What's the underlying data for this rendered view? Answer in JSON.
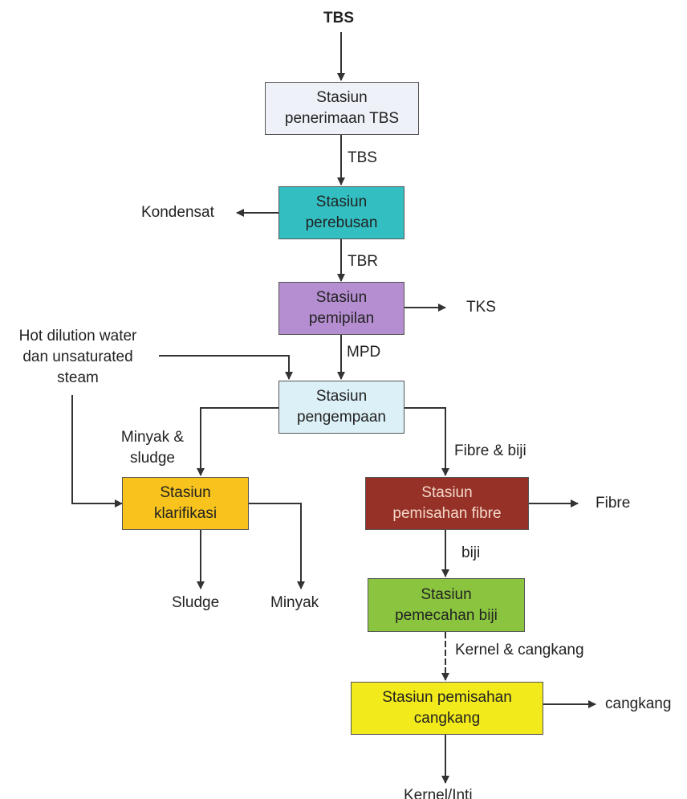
{
  "colors": {
    "penerimaan": "#eef2f8",
    "perebusan": "#33bfc2",
    "pemipilan": "#b58ed1",
    "pengempaan": "#dcf0f7",
    "klarifikasi": "#f7c31c",
    "pemisahan_fibre": "#963128",
    "pemecahan_biji": "#8bc540",
    "pemisahan_cangkang": "#f2ea1a",
    "arrow": "#333333"
  },
  "stations": {
    "penerimaan": {
      "line1": "Stasiun",
      "line2": "penerimaan TBS"
    },
    "perebusan": {
      "line1": "Stasiun",
      "line2": "perebusan"
    },
    "pemipilan": {
      "line1": "Stasiun",
      "line2": "pemipilan"
    },
    "pengempaan": {
      "line1": "Stasiun",
      "line2": "pengempaan"
    },
    "klarifikasi": {
      "line1": "Stasiun",
      "line2": "klarifikasi"
    },
    "pemisahan_fibre": {
      "line1": "Stasiun",
      "line2": "pemisahan fibre"
    },
    "pemecahan_biji": {
      "line1": "Stasiun",
      "line2": "pemecahan biji"
    },
    "pemisahan_cangkang": {
      "line1": "Stasiun pemisahan",
      "line2": "cangkang"
    }
  },
  "labels": {
    "input": "TBS",
    "flow_tbs": "TBS",
    "kondensat": "Kondensat",
    "flow_tbr": "TBR",
    "tks": "TKS",
    "hot_dilution_1": "Hot dilution water",
    "hot_dilution_2": "dan unsaturated",
    "hot_dilution_3": "steam",
    "flow_mpd": "MPD",
    "minyak_sludge_1": "Minyak &",
    "minyak_sludge_2": "sludge",
    "fibre_biji": "Fibre & biji",
    "fibre": "Fibre",
    "sludge": "Sludge",
    "minyak": "Minyak",
    "biji": "biji",
    "kernel_cangkang": "Kernel & cangkang",
    "cangkang": "cangkang",
    "kernel_inti": "Kernel/Inti"
  }
}
